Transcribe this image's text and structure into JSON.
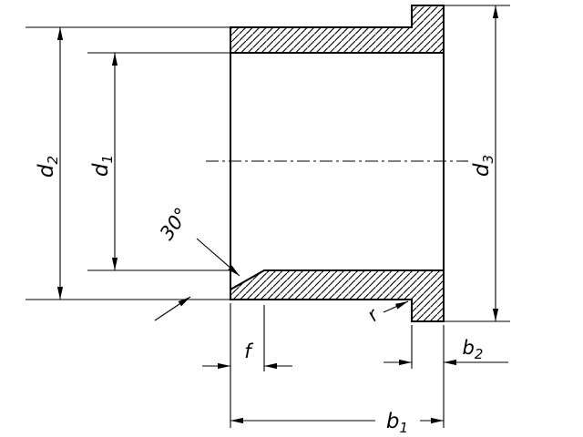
{
  "drawing": {
    "type": "technical-cross-section",
    "labels": {
      "d2": {
        "base": "d",
        "sub": "2"
      },
      "d1": {
        "base": "d",
        "sub": "1"
      },
      "d3": {
        "base": "d",
        "sub": "3"
      },
      "b1": {
        "base": "b",
        "sub": "1"
      },
      "b2": {
        "base": "b",
        "sub": "2"
      },
      "angle": "30°",
      "chamfer_width": "f",
      "radius": "r"
    },
    "colors": {
      "line": "#000000",
      "background": "#ffffff"
    }
  }
}
